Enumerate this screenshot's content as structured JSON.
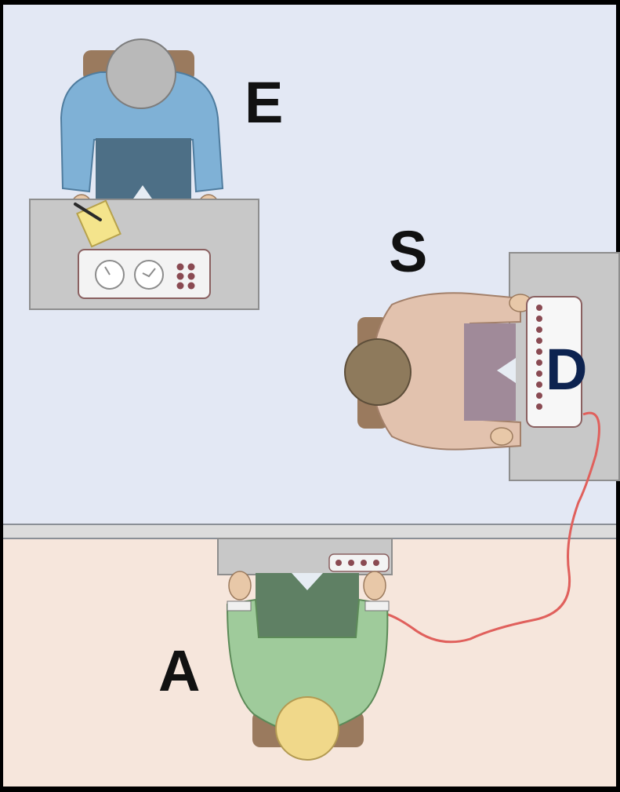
{
  "labels": {
    "experimenter": "E",
    "subject": "S",
    "device": "D",
    "actor": "A"
  },
  "colors": {
    "frame": "#000000",
    "upper_room": "#e3e8f4",
    "lower_room": "#f6e6dc",
    "divider_wall": "#8a8f96",
    "desk": "#c8c8c8",
    "desk_edge": "#8e8e8e",
    "wire": "#e0605c",
    "device_label": "#0d2350",
    "label_black": "#111111",
    "experimenter_shirt": "#7fb1d6",
    "subject_shirt": "#e2c2ae",
    "actor_shirt": "#9fcb9b"
  },
  "icons": [
    "clock-dial-icon",
    "button-cluster-icon",
    "switch-row-icon",
    "pencil-icon",
    "notepad-icon"
  ]
}
